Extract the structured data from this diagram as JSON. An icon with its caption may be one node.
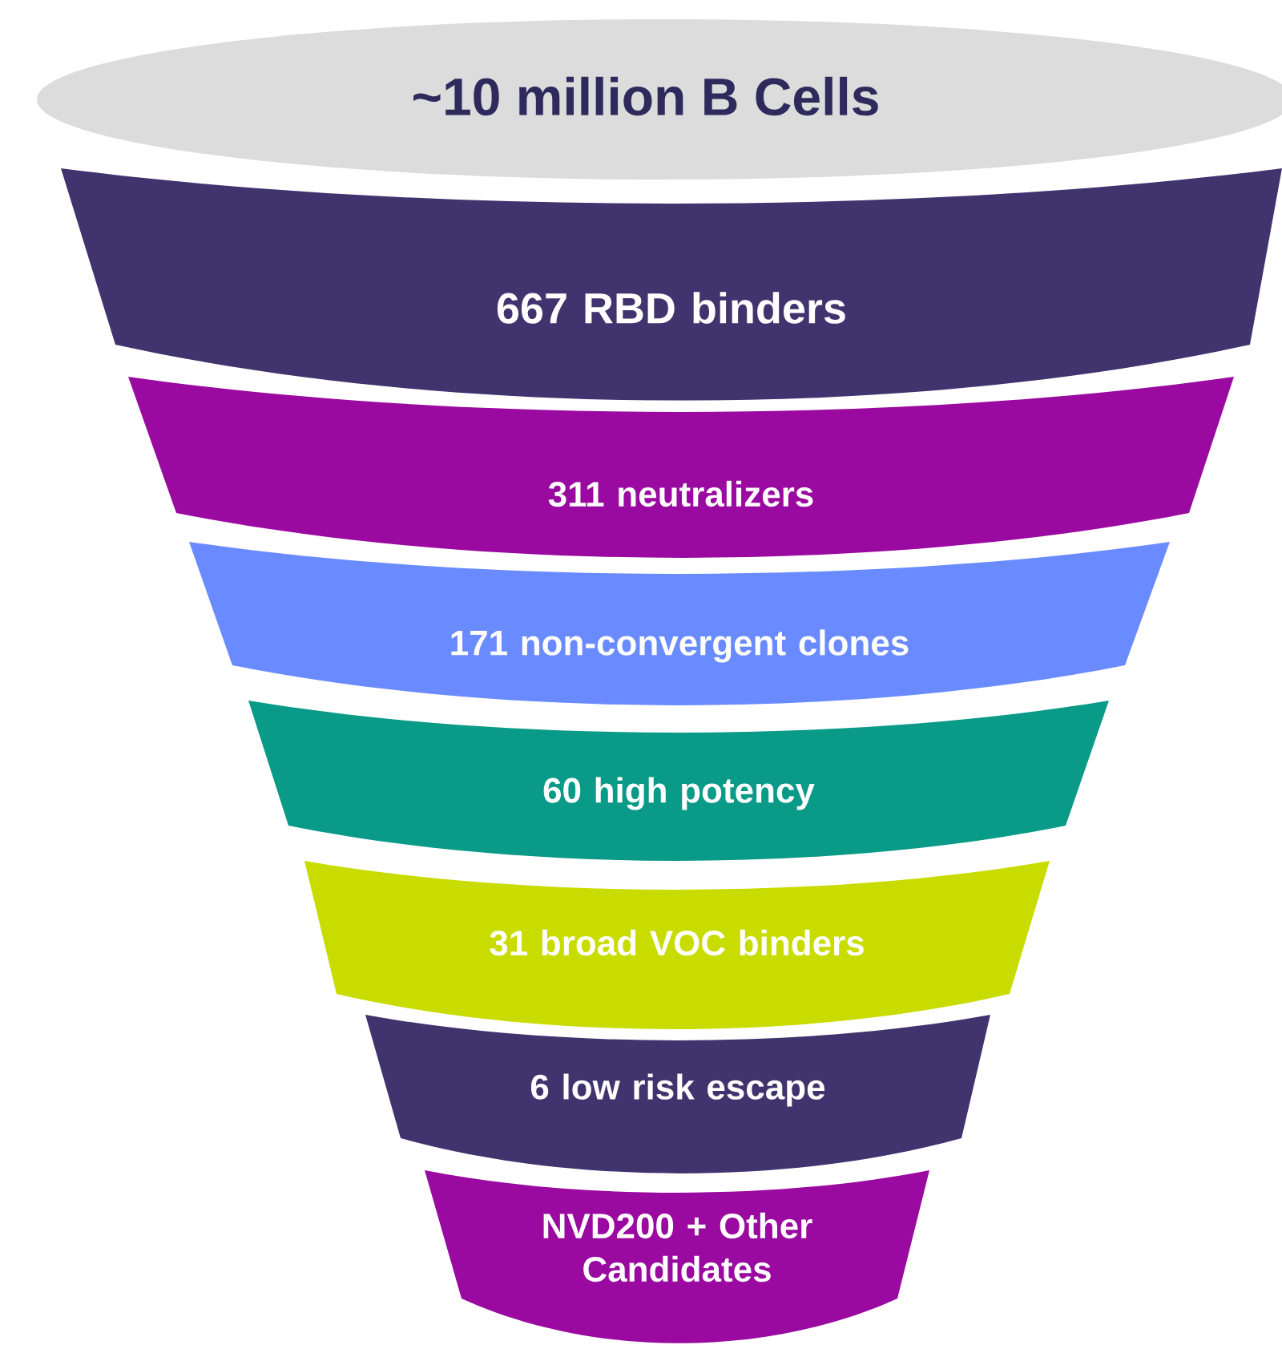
{
  "diagram": {
    "nodes": [
      {
        "text": [
          "~10 million B Cells"
        ]
      },
      {
        "text": [
          "667 RBD binders"
        ]
      },
      {
        "text": [
          "311 neutralizers"
        ]
      },
      {
        "text": [
          "171 non-convergent clones"
        ]
      },
      {
        "text": [
          "60 high potency"
        ]
      },
      {
        "text": [
          "31 broad VOC binders"
        ]
      },
      {
        "text": [
          "6 low risk escape"
        ]
      },
      {
        "text": [
          "NVD200 + Other Candidates"
        ]
      }
    ]
  }
}
